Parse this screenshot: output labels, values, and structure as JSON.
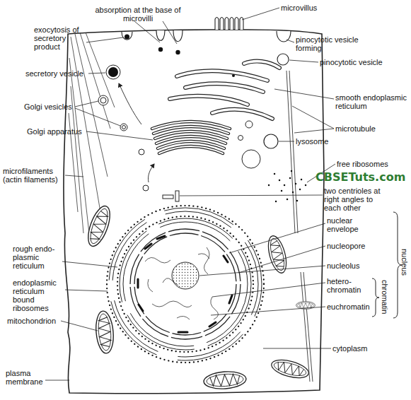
{
  "diagram": {
    "labels": [
      "microvillus",
      "absorption at the base of microvilli",
      "exocytosis of secretory product",
      "pinocytotic vesicle forming",
      "pinocytotic vesicle",
      "secretory vesicle",
      "smooth endoplasmic reticulum",
      "Golgi vesicles",
      "microtubule",
      "lysosome",
      "Golgi apparatus",
      "free ribosomes",
      "microfilaments (actin filaments)",
      "CBSETuts.com",
      "two centrioles at right angles to each other",
      "rough endo- plasmic reticulum",
      "nuclear envelope",
      "nucleopore",
      "nucleolus",
      "endoplasmic reticulum bound ribosomes",
      "hetero- chromatin",
      "mitochondrion",
      "euchromatin",
      "nucleus",
      "chromatin",
      "plasma membrane",
      "cytoplasm"
    ]
  }
}
